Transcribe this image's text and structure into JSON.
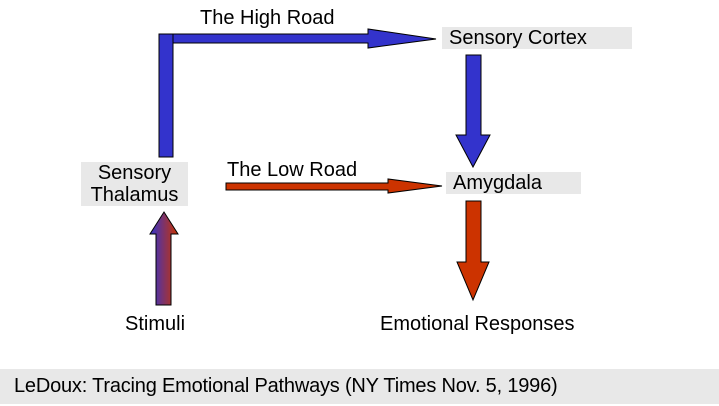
{
  "diagram": {
    "title": "LeDoux: Tracing Emotional Pathways",
    "citation": "LeDoux:  Tracing Emotional Pathways  (NY Times Nov. 5, 1996)",
    "nodes": {
      "sensory_cortex": "Sensory Cortex",
      "sensory_thalamus_line1": "Sensory",
      "sensory_thalamus_line2": "Thalamus",
      "amygdala": "Amygdala",
      "stimuli": "Stimuli",
      "emotional_responses": "Emotional Responses"
    },
    "edges": [
      {
        "from": "Stimuli",
        "to": "Sensory Thalamus",
        "label": "",
        "color": "gradient blue-red"
      },
      {
        "from": "Sensory Thalamus",
        "to": "Sensory Cortex",
        "label": "The High Road",
        "color": "#3333cc"
      },
      {
        "from": "Sensory Cortex",
        "to": "Amygdala",
        "label": "",
        "color": "#3333cc"
      },
      {
        "from": "Sensory Thalamus",
        "to": "Amygdala",
        "label": "The Low Road",
        "color": "#cc3300"
      },
      {
        "from": "Amygdala",
        "to": "Emotional Responses",
        "label": "",
        "color": "#cc3300"
      }
    ],
    "labels": {
      "high_road": "The High Road",
      "low_road": "The Low Road"
    },
    "colors": {
      "high_road": "#3333cc",
      "low_road": "#cc3300",
      "node_background": "#e8e8e8"
    }
  }
}
